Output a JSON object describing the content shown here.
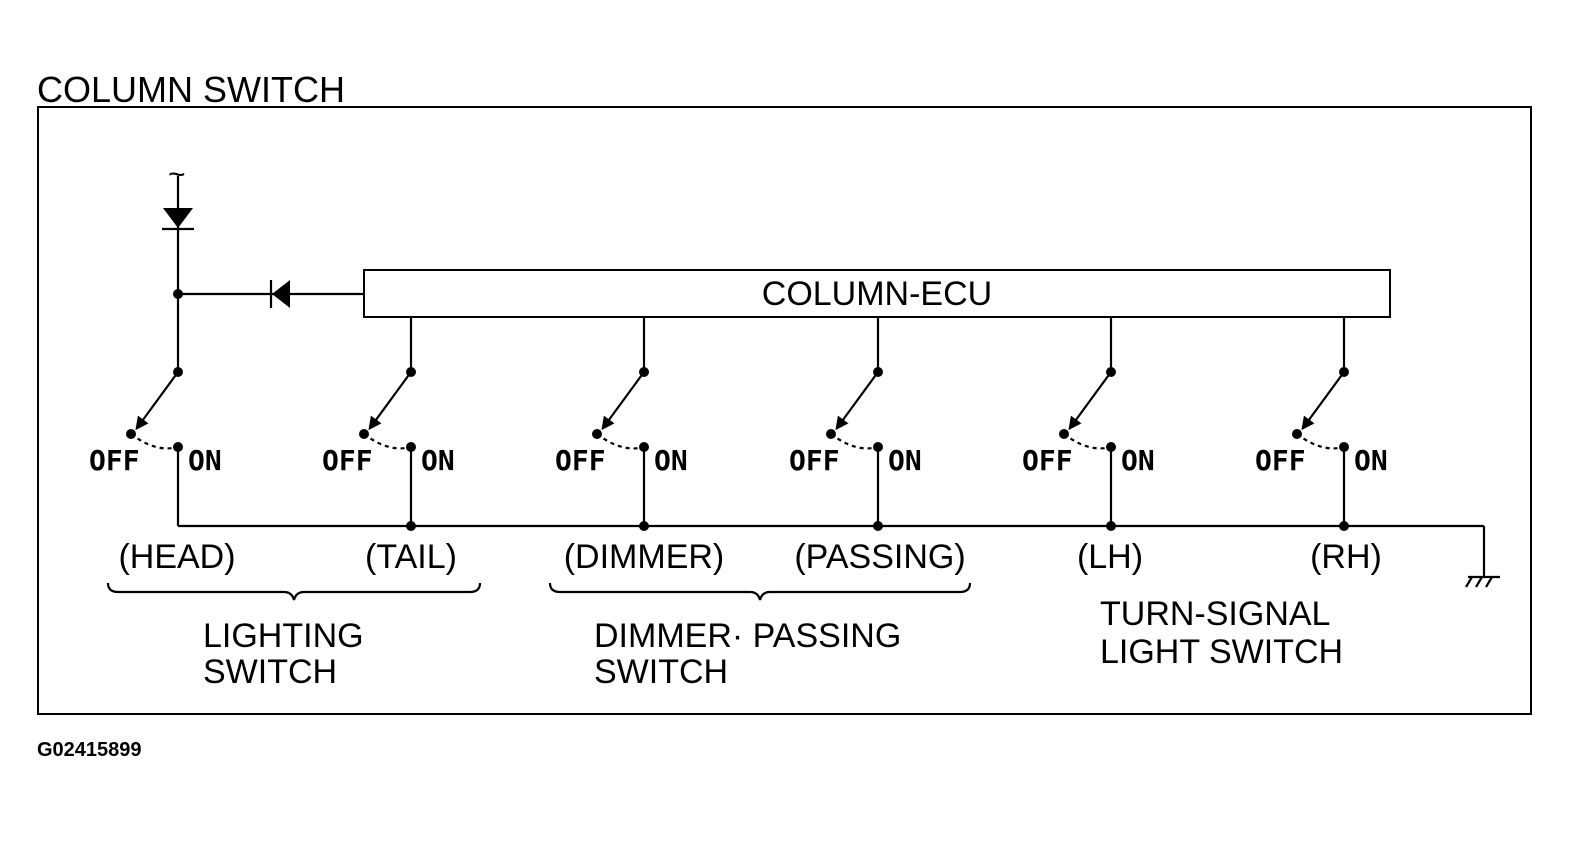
{
  "title": "COLUMN SWITCH",
  "ecu_label": "COLUMN-ECU",
  "switch_state_labels": {
    "off": "OFF",
    "on": "ON"
  },
  "switches": [
    {
      "id": "head",
      "label": "(HEAD)"
    },
    {
      "id": "tail",
      "label": "(TAIL)"
    },
    {
      "id": "dimmer",
      "label": "(DIMMER)"
    },
    {
      "id": "passing",
      "label": "(PASSING)"
    },
    {
      "id": "lh",
      "label": "(LH)"
    },
    {
      "id": "rh",
      "label": "(RH)"
    }
  ],
  "groups": {
    "lighting": {
      "line1": "LIGHTING",
      "line2": "SWITCH"
    },
    "dimmer_passing": {
      "line1": "DIMMER· PASSING",
      "line2": "SWITCH"
    },
    "turn_signal": {
      "line1": "TURN-SIGNAL",
      "line2": "LIGHT SWITCH"
    }
  },
  "figure_code": "G02415899",
  "power_symbol": "~"
}
